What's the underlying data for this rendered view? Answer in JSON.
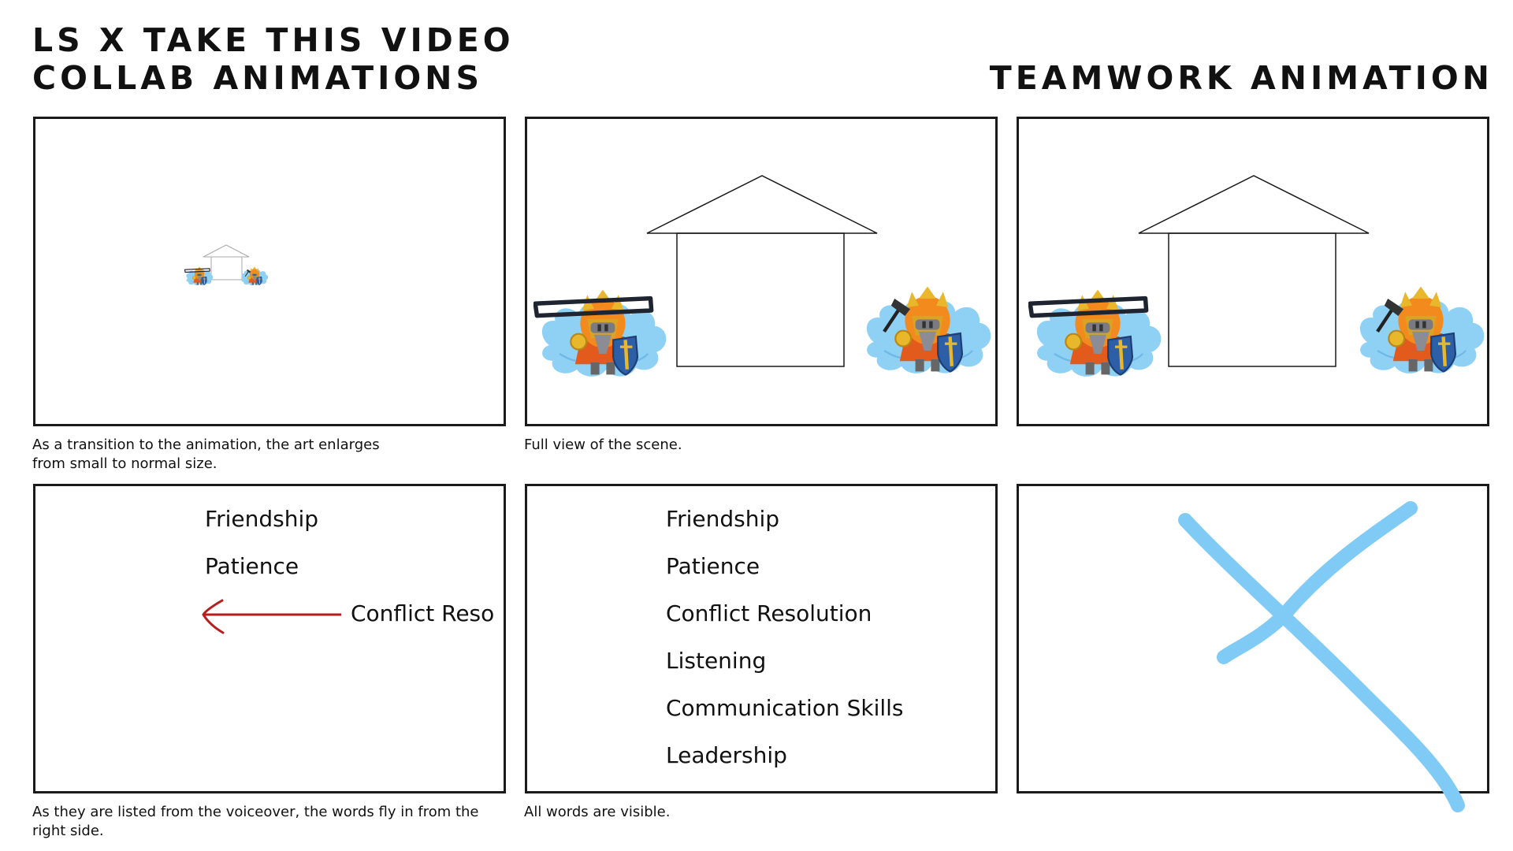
{
  "header": {
    "title_line1": "LS X TAKE THIS VIDEO",
    "title_line2": "COLLAB ANIMATIONS",
    "right_title": "TEAMWORK ANIMATION"
  },
  "panels": [
    {
      "caption_line1": "As a transition to the animation, the art enlarges",
      "caption_line2": "from small to normal size."
    },
    {
      "caption_line1": "Full view of the scene."
    },
    {},
    {
      "words": [
        "Friendship",
        "Patience",
        "Conflict Reso"
      ],
      "caption_line1": "As they are listed from the voiceover, the words fly in from the",
      "caption_line2": "right side."
    },
    {
      "words": [
        "Friendship",
        "Patience",
        "Conflict Resolution",
        "Listening",
        "Communication Skills",
        "Leadership"
      ],
      "caption_line1": "All words are visible."
    },
    {}
  ],
  "colors": {
    "frame": "#1a1a1a",
    "wing": "#8fd0f5",
    "helmet_orange": "#f28a1e",
    "helmet_gold": "#e8b72b",
    "shield_blue": "#2d5fa6",
    "arrow_red": "#b81c1c",
    "cross_blue": "#7fcbf5"
  },
  "icons": {
    "character": "knight-mascot-icon",
    "house": "house-outline",
    "arrow": "left-arrow",
    "cross": "x-mark"
  }
}
